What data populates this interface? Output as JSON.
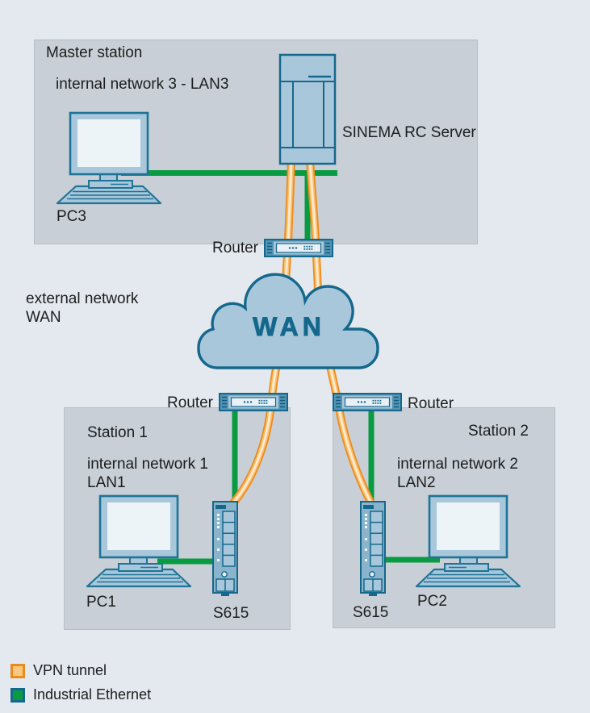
{
  "colors": {
    "background": "#e3e9ee",
    "station_box": "#c8cfd6",
    "device_fill": "#a9c7db",
    "device_border": "#14688c",
    "vpn_orange": "#ec8c1e",
    "ethernet_green": "#089b41",
    "wan_text": "#14688c"
  },
  "master_station": {
    "title": "Master station",
    "network": "internal network 3 - LAN3",
    "pc": "PC3",
    "server": "SINEMA RC Server",
    "router": "Router"
  },
  "external_network": {
    "line1": "external network",
    "line2": "WAN"
  },
  "wan_cloud": {
    "label": "WAN"
  },
  "station1": {
    "title": "Station 1",
    "network_line1": "internal network 1",
    "network_line2": "LAN1",
    "pc": "PC1",
    "device": "S615",
    "router": "Router"
  },
  "station2": {
    "title": "Station 2",
    "network_line1": "internal network 2",
    "network_line2": "LAN2",
    "pc": "PC2",
    "device": "S615",
    "router": "Router"
  },
  "legend": {
    "vpn": "VPN tunnel",
    "ethernet": "Industrial Ethernet"
  }
}
